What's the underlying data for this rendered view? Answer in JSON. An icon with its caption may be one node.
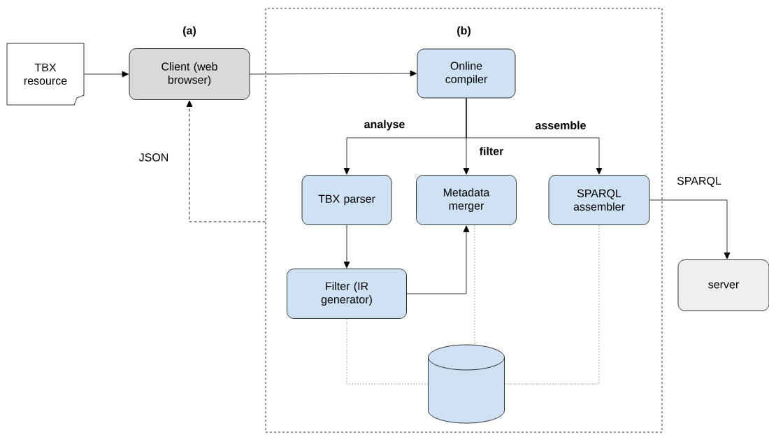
{
  "diagram": {
    "nodes": [
      {
        "text": [
          "TBX resource"
        ]
      },
      {
        "text": [
          "Client (web browser)"
        ],
        "beside": [
          "(a)"
        ]
      },
      {
        "text": [
          "(b)"
        ]
      },
      {
        "text": [
          "Online compiler"
        ],
        "in": 2
      },
      {
        "text": [
          "TBX parser"
        ],
        "in": 2
      },
      {
        "text": [
          "Metadata merger"
        ],
        "in": 2
      },
      {
        "text": [
          "SPARQL assembler"
        ],
        "in": 2
      },
      {
        "text": [
          "Filter (IR generator)"
        ],
        "in": 2
      },
      {
        "text": [],
        "shape": "cylinder",
        "in": 2
      },
      {
        "text": [
          "server"
        ]
      }
    ],
    "edges": [
      {
        "from": 0,
        "to": 1,
        "arrow": "to"
      },
      {
        "from": 1,
        "to": 3,
        "arrow": "to"
      },
      {
        "from": 3,
        "to": 4,
        "arrow": "to",
        "label": "analyse"
      },
      {
        "from": 3,
        "to": 5,
        "arrow": "to",
        "label": "filter"
      },
      {
        "from": 3,
        "to": 6,
        "arrow": "to",
        "label": "assemble"
      },
      {
        "from": 4,
        "to": 7,
        "arrow": "to"
      },
      {
        "from": 7,
        "to": 5,
        "arrow": "to"
      },
      {
        "from": 6,
        "to": 9,
        "arrow": "to",
        "label": "SPARQL"
      },
      {
        "from": 2,
        "to": 1,
        "arrow": "to",
        "style": "dashed",
        "label": "JSON"
      },
      {
        "from": 7,
        "to": 8,
        "arrow": "none",
        "style": "dashed",
        "color": "#888888"
      },
      {
        "from": 5,
        "to": 8,
        "arrow": "none",
        "style": "dashed",
        "color": "#888888"
      },
      {
        "from": 6,
        "to": 8,
        "arrow": "none",
        "style": "dashed",
        "color": "#888888"
      }
    ]
  }
}
